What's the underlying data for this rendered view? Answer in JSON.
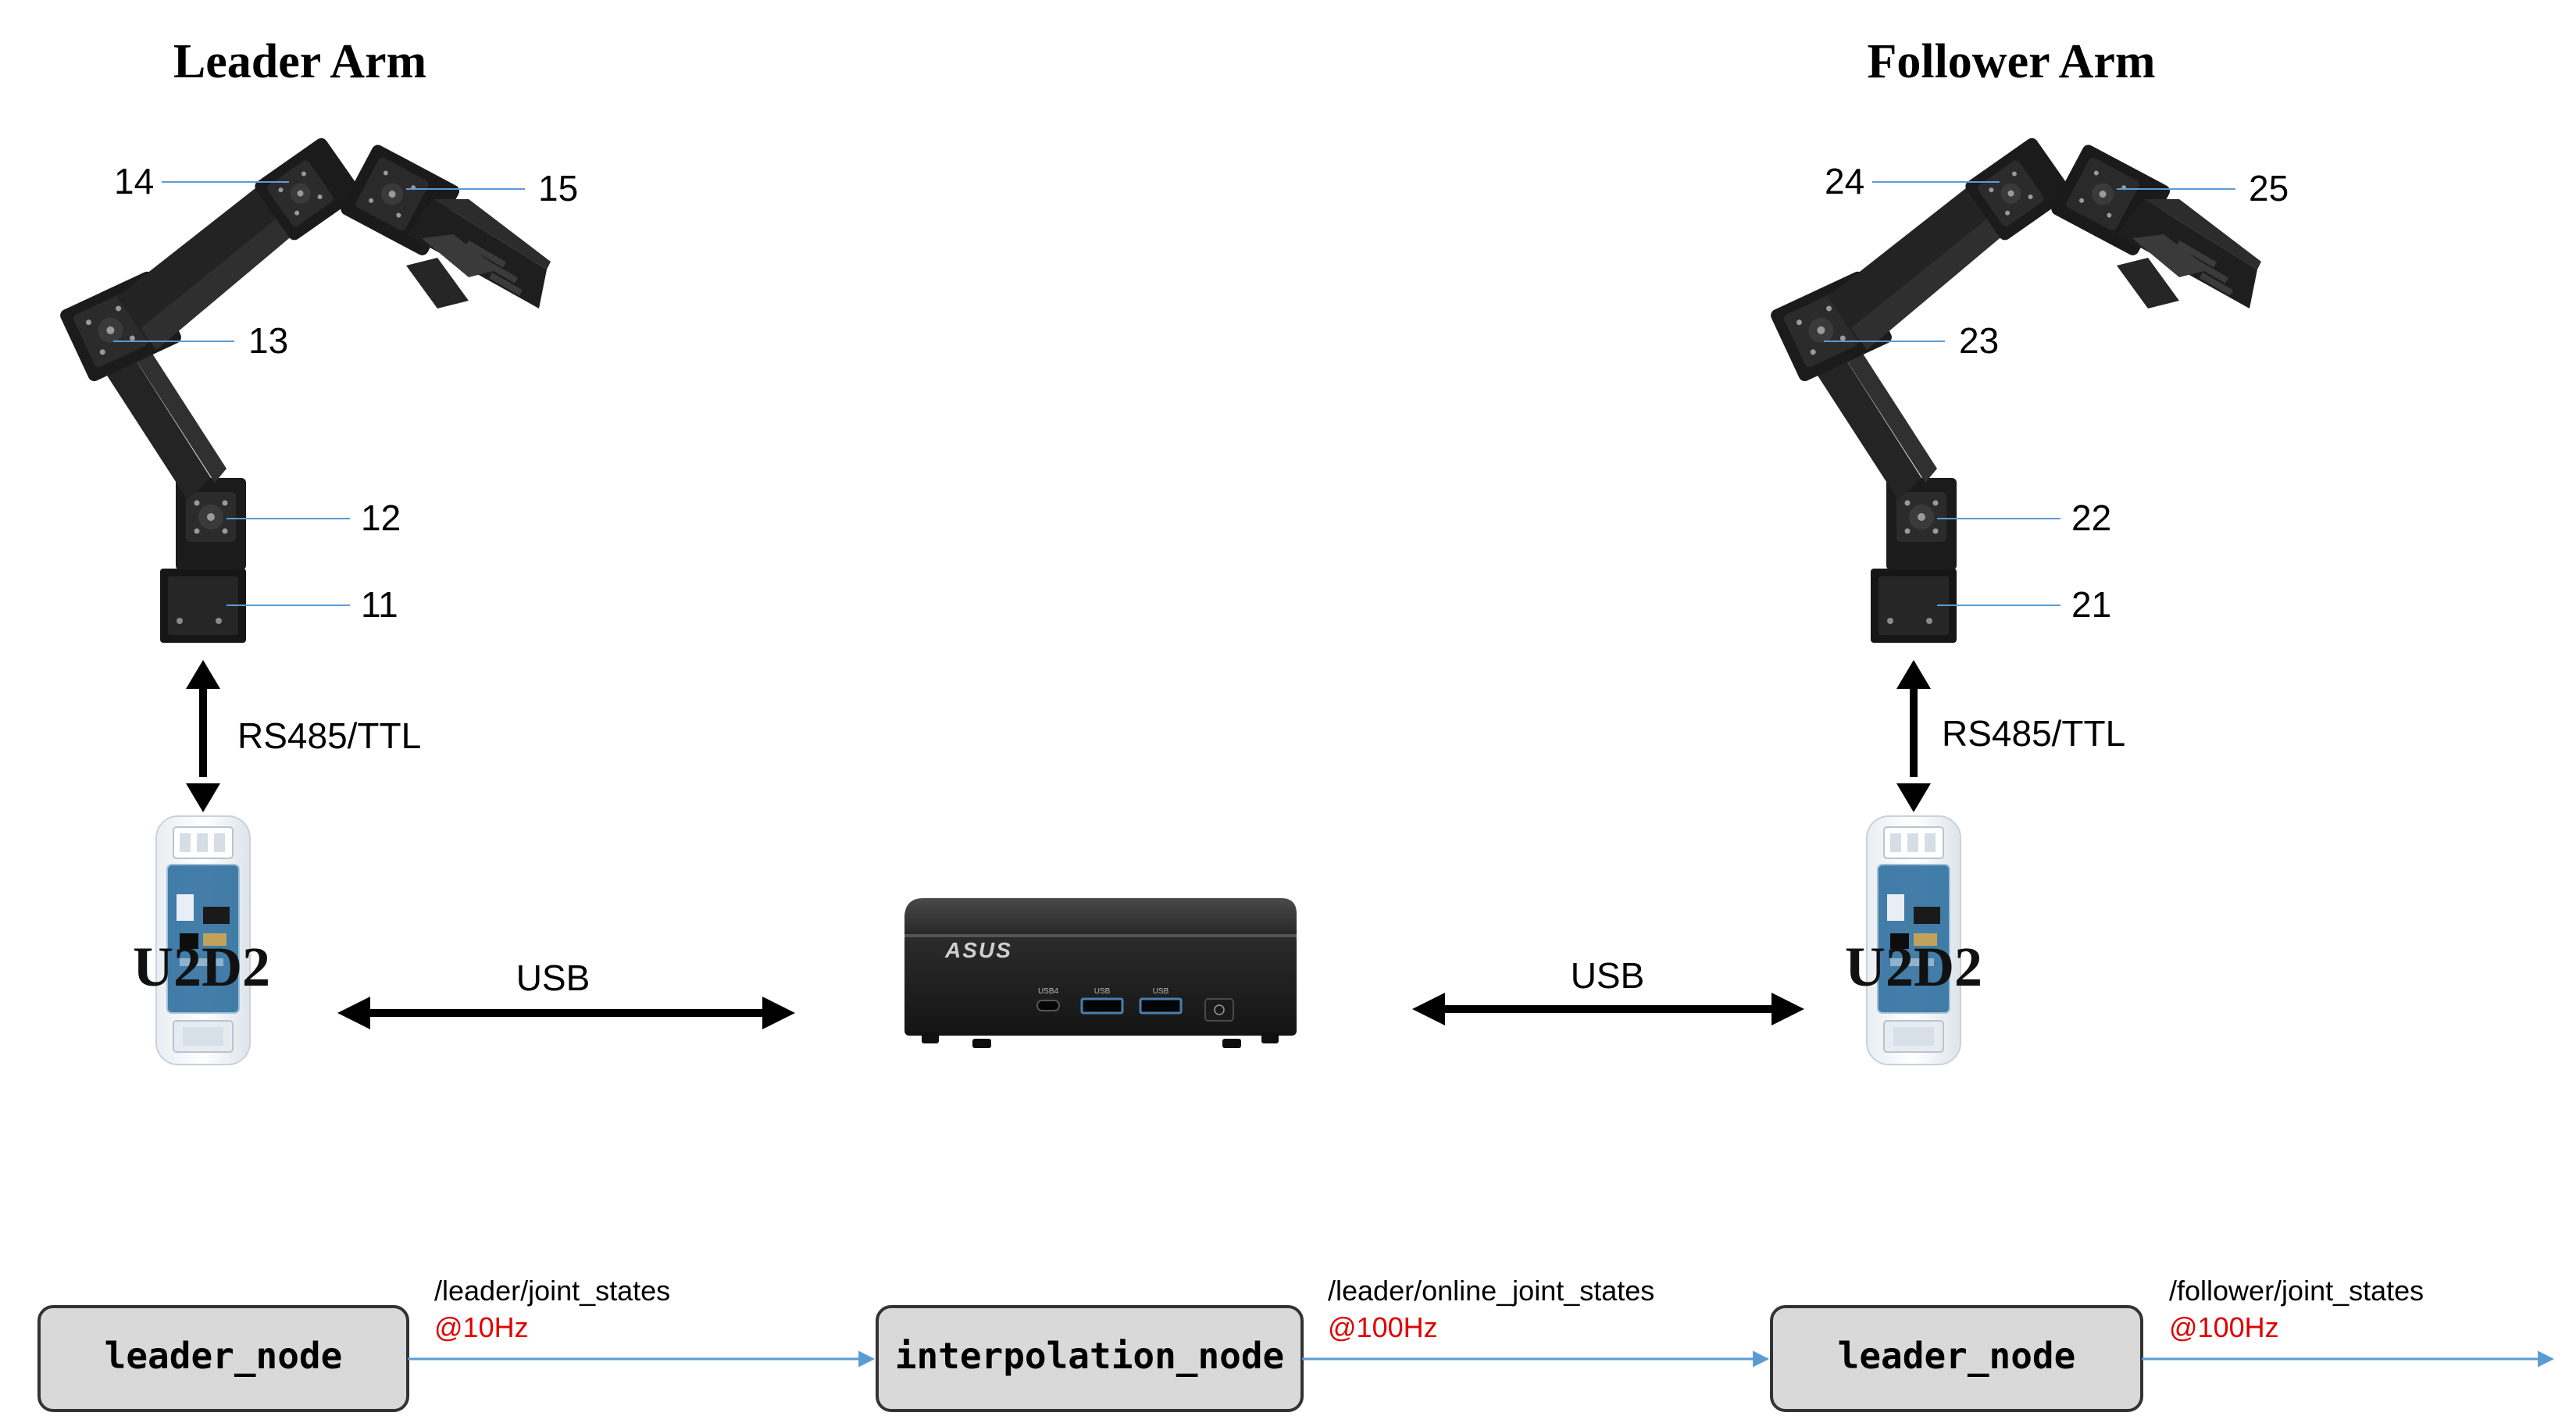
{
  "colors": {
    "rate_text": "#e00000",
    "topic_arrow": "#5b9bd5",
    "callout_line": "#5b9bd5",
    "node_fill": "#d9d9d9",
    "arm_body": "#1e1e1e"
  },
  "leader_arm": {
    "title": "Leader Arm",
    "joints": [
      "14",
      "15",
      "13",
      "12",
      "11"
    ]
  },
  "follower_arm": {
    "title": "Follower Arm",
    "joints": [
      "24",
      "25",
      "23",
      "22",
      "21"
    ]
  },
  "connections": {
    "leader_bus": "RS485/TTL",
    "follower_bus": "RS485/TTL",
    "leader_usb": "USB",
    "follower_usb": "USB"
  },
  "adapters": {
    "leader": "U2D2",
    "follower": "U2D2"
  },
  "pc": {
    "brand": "ASUS",
    "icon": "mini-pc-icon",
    "ports": [
      "USB4",
      "USB",
      "USB"
    ]
  },
  "pipeline": {
    "nodes": [
      "leader_node",
      "interpolation_node",
      "leader_node"
    ],
    "links": [
      {
        "topic": "/leader/joint_states",
        "rate": "@10Hz"
      },
      {
        "topic": "/leader/online_joint_states",
        "rate": "@100Hz"
      },
      {
        "topic": "/follower/joint_states",
        "rate": "@100Hz"
      }
    ]
  }
}
